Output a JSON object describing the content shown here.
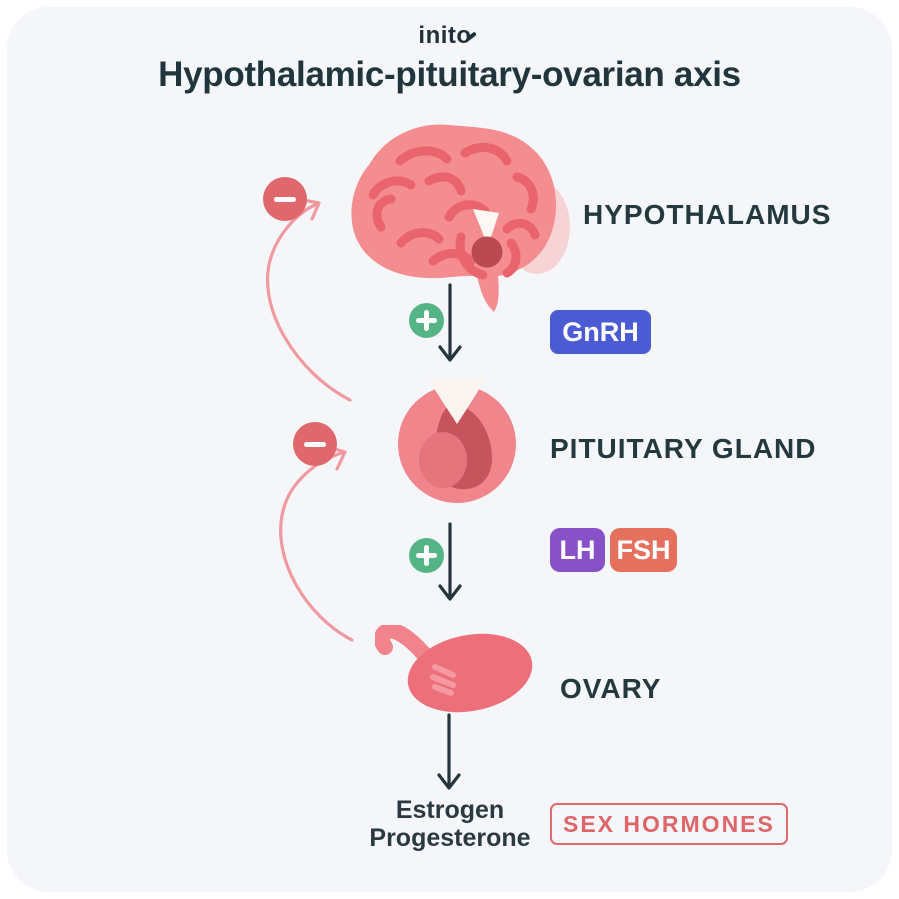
{
  "logo": {
    "text": "inito"
  },
  "title": "Hypothalamic-pituitary-ovarian axis",
  "nodes": {
    "hypothalamus": {
      "label": "HYPOTHALAMUS"
    },
    "pituitary": {
      "label": "PITUITARY GLAND"
    },
    "ovary": {
      "label": "OVARY"
    }
  },
  "hormone_badges": {
    "gnrh": {
      "label": "GnRH",
      "color": "#4a5bd3"
    },
    "lh": {
      "label": "LH",
      "color": "#8951c7"
    },
    "fsh": {
      "label": "FSH",
      "color": "#e6705e"
    }
  },
  "outputs": {
    "line1": "Estrogen",
    "line2": "Progesterone"
  },
  "sex_hormones": {
    "label": "SEX HORMONES",
    "color": "#de6669"
  },
  "icons": {
    "plus": "plus-stimulation-icon",
    "minus": "minus-negative-feedback-icon",
    "down_arrow": "down-arrow-icon",
    "feedback_curve": "curved-feedback-arrow"
  },
  "colors": {
    "card_bg": "#f4f6f9",
    "text_dark": "#22383d",
    "brain_pink": "#f48d90",
    "brain_fold": "#e9646c",
    "pituitary_dark_red": "#c5545d",
    "ovary_pink": "#ed6f79",
    "feedback_arrow_pink": "#f09aa0",
    "plus_green": "#54b486",
    "minus_red": "#e0686c",
    "arrow_dark": "#24363c"
  }
}
